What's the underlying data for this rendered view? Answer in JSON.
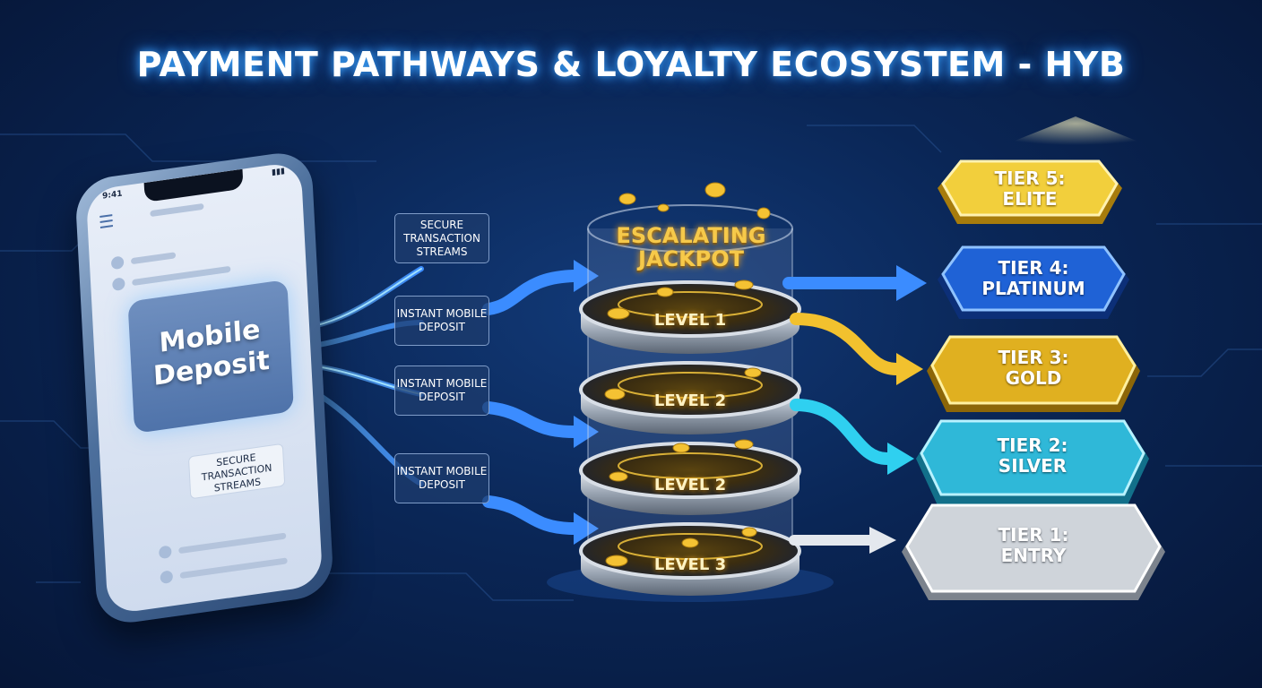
{
  "title": "PAYMENT PATHWAYS & LOYALTY ECOSYSTEM - HYB",
  "phone": {
    "status_time": "9:41",
    "card_text": "Mobile Deposit",
    "label": "SECURE TRANSACTION STREAMS"
  },
  "streams": [
    {
      "label": "SECURE TRANSACTION STREAMS"
    },
    {
      "label": "INSTANT MOBILE DEPOSIT"
    },
    {
      "label": "INSTANT MOBILE DEPOSIT"
    },
    {
      "label": "INSTANT MOBILE DEPOSIT"
    }
  ],
  "jackpot": {
    "title": "ESCALATING JACKPOT",
    "levels": [
      "LEVEL 1",
      "LEVEL 2",
      "LEVEL 2",
      "LEVEL 3"
    ]
  },
  "tiers": [
    {
      "name": "TIER 5:",
      "sub": "ELITE"
    },
    {
      "name": "TIER 4:",
      "sub": "PLATINUM"
    },
    {
      "name": "TIER 3:",
      "sub": "GOLD"
    },
    {
      "name": "TIER 2:",
      "sub": "SILVER"
    },
    {
      "name": "TIER 1:",
      "sub": "ENTRY"
    }
  ],
  "colors": {
    "title_glow": "#3fa8ff",
    "flow_blue": "#3b8cff",
    "flow_gold": "#f2c12e",
    "flow_cyan": "#2fd0f0",
    "flow_white": "#e4e8ee",
    "tier_elite": "#f2cf3c",
    "tier_platinum": "#1f62d6",
    "tier_gold": "#e0b020",
    "tier_silver": "#2fb8d8",
    "tier_entry": "#cfd4da"
  },
  "icons": [
    "menu-icon",
    "signal-icon",
    "coin-icon",
    "arrow-icon"
  ]
}
